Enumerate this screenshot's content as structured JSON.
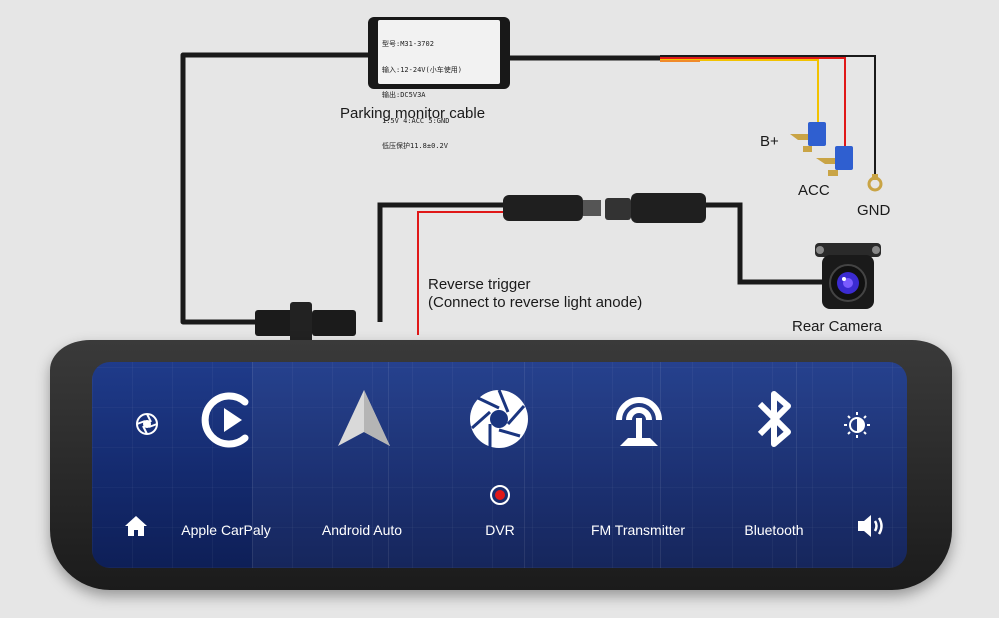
{
  "diagram": {
    "box_label_lines": [
      "型号:M31-3702",
      "输入:12-24V(小车使用)",
      "输出:DC5V3A",
      "1:5V 4:ACC 5:GND",
      "低压保护11.8±0.2V"
    ],
    "labels": {
      "parking_cable": "Parking monitor cable",
      "b_plus": "B+",
      "acc": "ACC",
      "gnd": "GND",
      "reverse_line1": "Reverse trigger",
      "reverse_line2": "(Connect to reverse light anode)",
      "rear_camera": "Rear Camera"
    },
    "wire_colors": {
      "black": "#1a1a1a",
      "yellow": "#f2c200",
      "red": "#e01818",
      "orange": "#f08a2a"
    }
  },
  "screen": {
    "background": "#1a357f",
    "apps": [
      {
        "label": "Apple CarPaly",
        "icon": "carplay-icon"
      },
      {
        "label": "Android Auto",
        "icon": "android-auto-icon"
      },
      {
        "label": "DVR",
        "icon": "aperture-icon"
      },
      {
        "label": "FM Transmitter",
        "icon": "antenna-icon"
      },
      {
        "label": "Bluetooth",
        "icon": "bluetooth-icon"
      }
    ],
    "left_top_icon": "aperture-small-icon",
    "left_bottom_icon": "home-icon",
    "right_top_icon": "brightness-icon",
    "right_bottom_icon": "volume-icon",
    "record_indicator": "record-icon"
  }
}
